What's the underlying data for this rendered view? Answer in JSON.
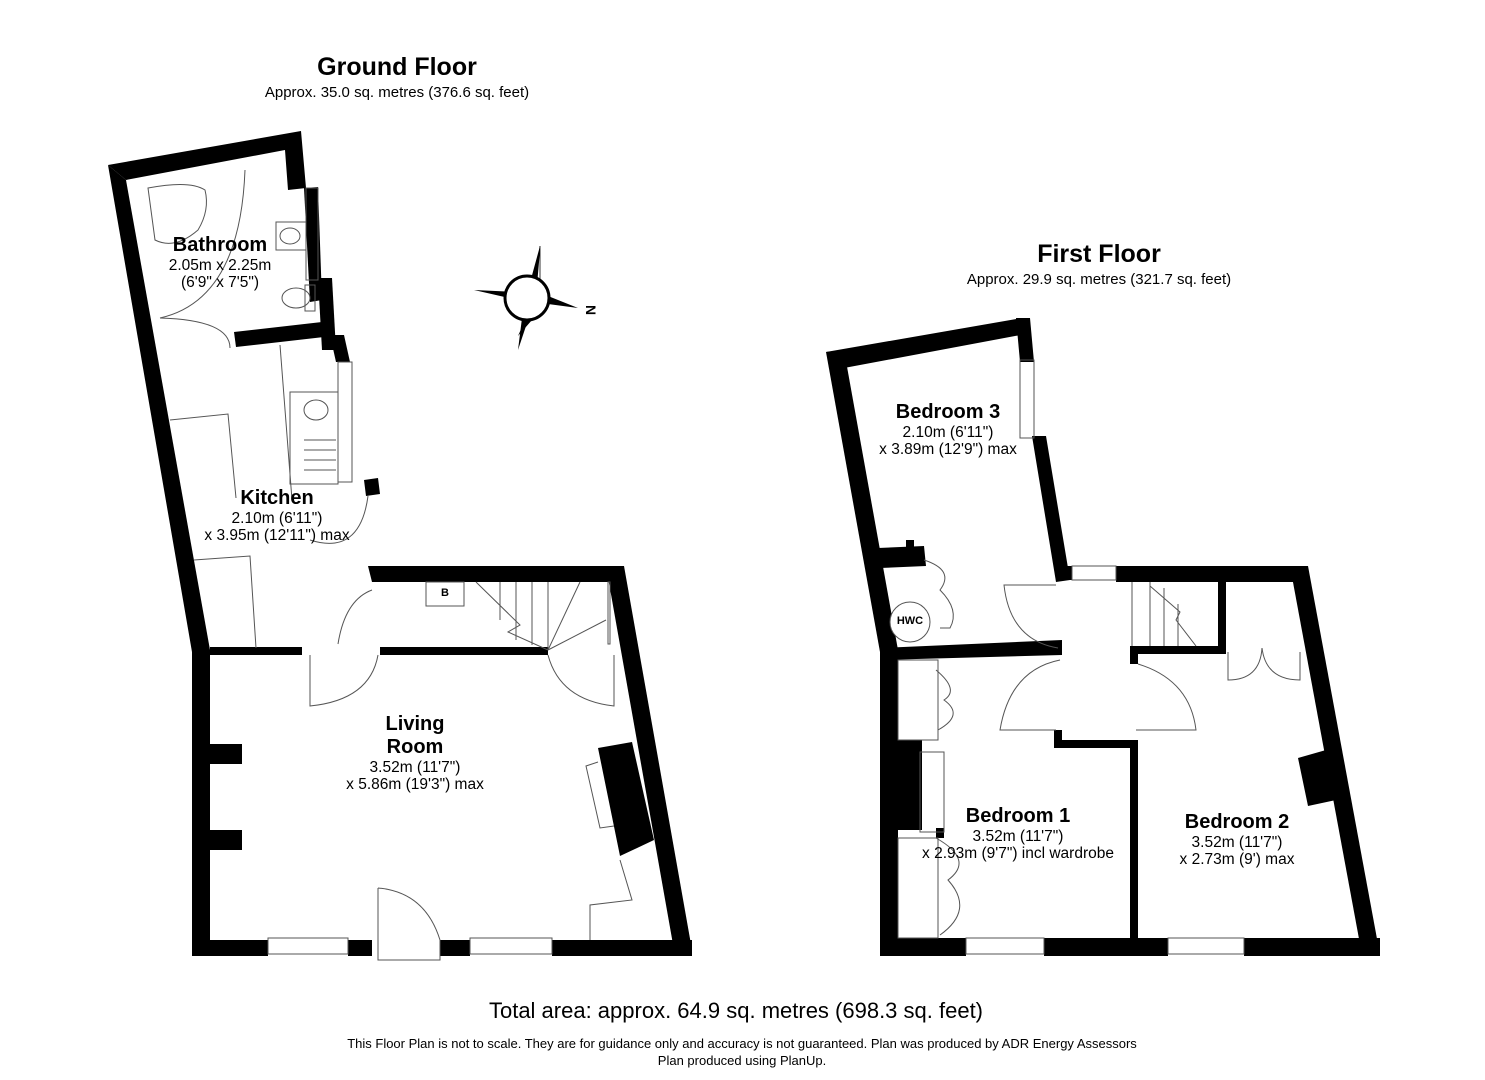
{
  "ground_floor": {
    "title": "Ground Floor",
    "area": "Approx. 35.0 sq. metres (376.6 sq. feet)",
    "rooms": [
      {
        "name": "Bathroom",
        "dim1": "2.05m x 2.25m",
        "dim2": "(6'9\" x 7'5\")"
      },
      {
        "name": "Kitchen",
        "dim1": "2.10m (6'11\")",
        "dim2": "x 3.95m (12'11\") max"
      },
      {
        "name_line1": "Living",
        "name_line2": "Room",
        "dim1": "3.52m (11'7\")",
        "dim2": "x 5.86m (19'3\") max"
      }
    ],
    "boiler_label": "B"
  },
  "first_floor": {
    "title": "First Floor",
    "area": "Approx. 29.9 sq. metres (321.7 sq. feet)",
    "rooms": [
      {
        "name": "Bedroom 3",
        "dim1": "2.10m (6'11\")",
        "dim2": "x 3.89m (12'9\") max"
      },
      {
        "name": "Bedroom 1",
        "dim1": "3.52m (11'7\")",
        "dim2": "x 2.93m (9'7\") incl wardrobe"
      },
      {
        "name": "Bedroom 2",
        "dim1": "3.52m (11'7\")",
        "dim2": "x 2.73m (9') max"
      }
    ],
    "cylinder_label": "HWC"
  },
  "compass": {
    "north_label": "N",
    "icon": "compass-rose-icon"
  },
  "footer": {
    "total_area": "Total area: approx. 64.9 sq. metres (698.3 sq. feet)",
    "disclaimer_line1": "This Floor Plan is not to scale. They are for guidance only and accuracy is not guaranteed. Plan was produced by ADR Energy Assessors",
    "disclaimer_line2": "Plan produced using PlanUp."
  },
  "colors": {
    "wall": "#000000",
    "background": "#ffffff",
    "fixture_line": "#555555"
  }
}
